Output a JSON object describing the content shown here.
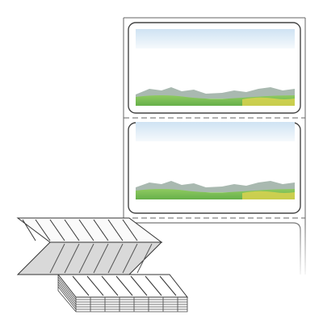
{
  "product": {
    "labels_on_sheet": 2,
    "label_corner": "rounded",
    "perforation": "dashed",
    "fanfold_stack": true
  },
  "colors": {
    "sky_top": "#cfe3f3",
    "sky_bottom": "#f3f8fc",
    "mountain": "#9fb1a8",
    "grass": "#7fbf55",
    "flowers": "#e2d74d",
    "outline": "#555555",
    "perforation": "#666666"
  }
}
